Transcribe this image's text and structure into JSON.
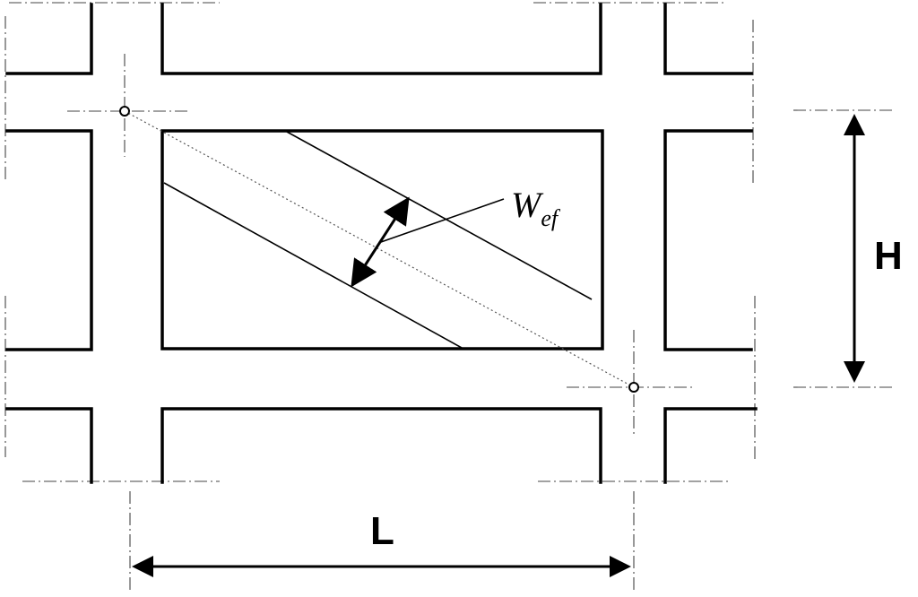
{
  "labels": {
    "height": "H",
    "length": "L",
    "strut_width_main": "W",
    "strut_width_sub": "ef"
  },
  "icons": {
    "node_top_left": "hinge-node-icon",
    "node_bottom_right": "hinge-node-icon",
    "arrow_h": "double-arrow-icon",
    "arrow_l": "double-arrow-icon",
    "arrow_wef": "double-arrow-icon"
  },
  "colors": {
    "line": "#000000",
    "background": "#ffffff"
  }
}
